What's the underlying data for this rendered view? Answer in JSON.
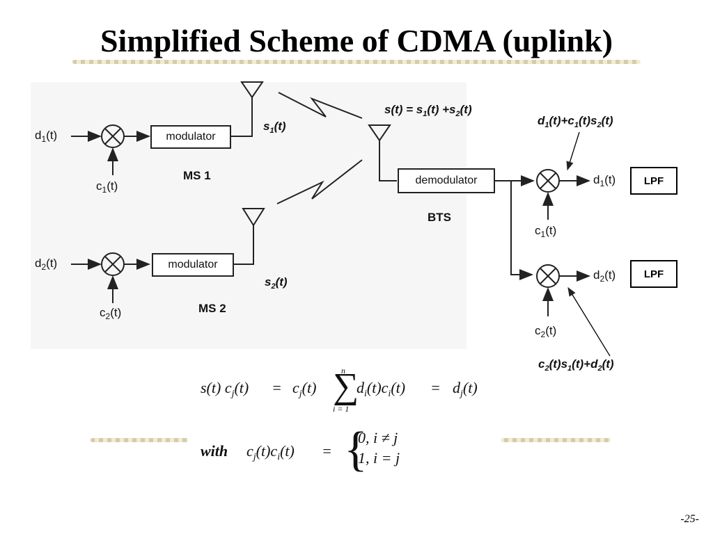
{
  "title": "Simplified Scheme of CDMA (uplink)",
  "ms1": {
    "data_in": "d1(t)",
    "data_in_main": "d",
    "data_in_sub": "1",
    "data_in_tail": "(t)",
    "code_main": "c",
    "code_sub": "1",
    "code_tail": "(t)",
    "modulator": "modulator",
    "label": "MS 1",
    "signal_main": "s",
    "signal_sub": "1",
    "signal_tail": "(t)"
  },
  "ms2": {
    "data_in_main": "d",
    "data_in_sub": "2",
    "data_in_tail": "(t)",
    "code_main": "c",
    "code_sub": "2",
    "code_tail": "(t)",
    "modulator": "modulator",
    "label": "MS 2",
    "signal_main": "s",
    "signal_sub": "2",
    "signal_tail": "(t)"
  },
  "bts": {
    "label": "BTS",
    "demodulator": "demodulator",
    "sum_signal": {
      "p1": "s(t) = s",
      "s1": "1",
      "p2": "(t) +s",
      "s2": "2",
      "p3": "(t)"
    },
    "branch1": {
      "code_main": "c",
      "code_sub": "1",
      "code_tail": "(t)",
      "out_main": "d",
      "out_sub": "1",
      "out_tail": "(t)",
      "lpf": "LPF"
    },
    "branch2": {
      "code_main": "c",
      "code_sub": "2",
      "code_tail": "(t)",
      "out_main": "d",
      "out_sub": "2",
      "out_tail": "(t)",
      "lpf": "LPF"
    },
    "annot_top": {
      "a": "d",
      "as": "1",
      "b": "(t)+c",
      "bs": "1",
      "c": "(t)s",
      "cs": "2",
      "d": "(t)"
    },
    "annot_bottom": {
      "a": "c",
      "as": "2",
      "b": "(t)s",
      "bs": "1",
      "c": "(t)+d",
      "cs": "2",
      "d": "(t)"
    }
  },
  "formula": {
    "lhs": "s(t) c",
    "j": "j",
    "t": "(t)",
    "eq": "=",
    "cj": "c",
    "sum_top": "n",
    "sum_bottom": "i = 1",
    "sum_term_d": "d",
    "i": "i",
    "sum_term_c": "c",
    "rhs_d": "d",
    "with": "with",
    "case1": "0, i ≠ j",
    "case2": "1, i = j"
  },
  "page_number": "-25-"
}
